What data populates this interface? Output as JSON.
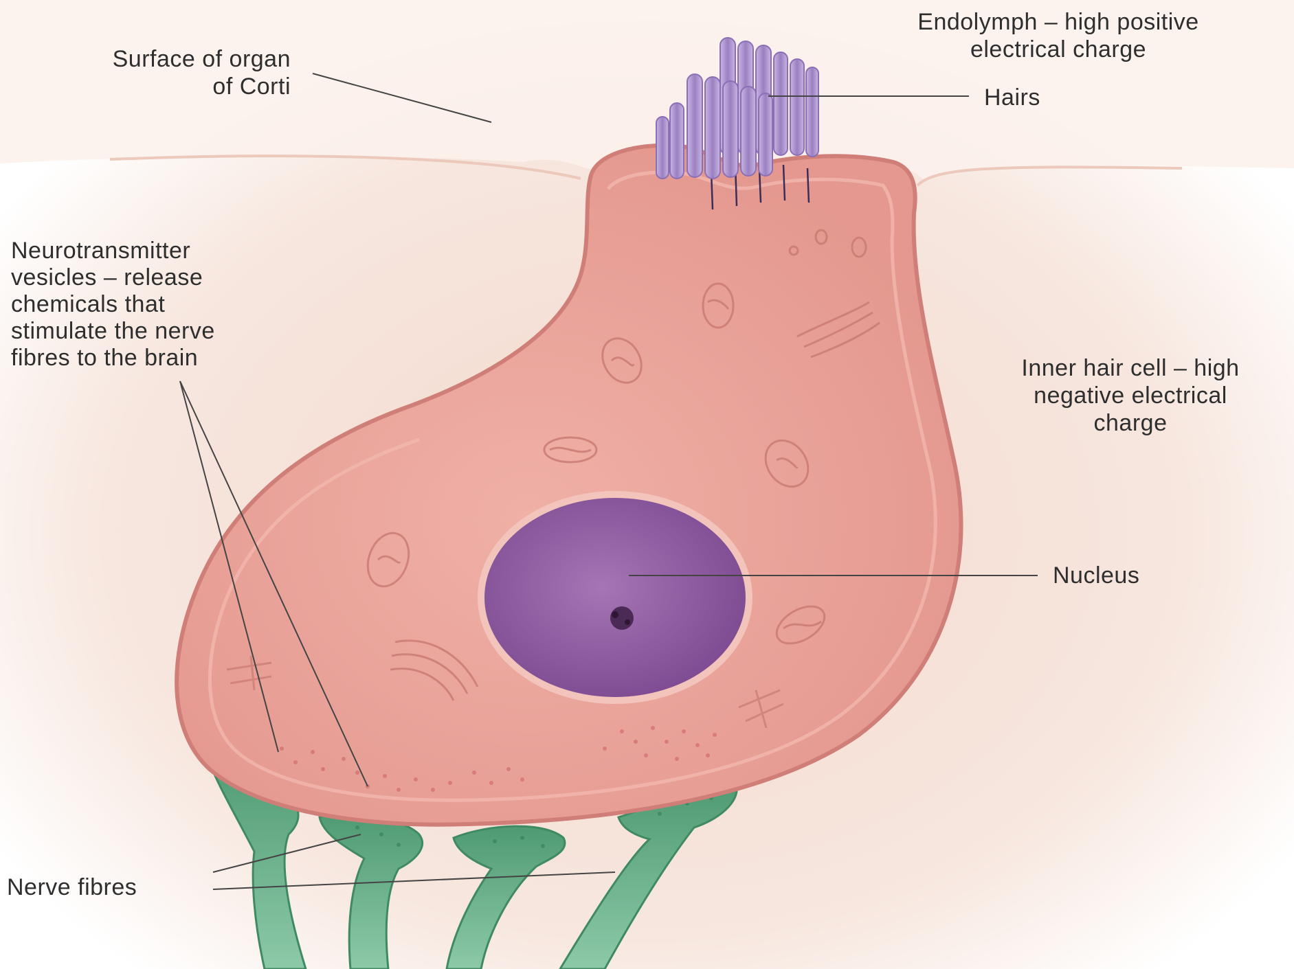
{
  "diagram": {
    "labels": {
      "surface": "Surface of organ\nof Corti",
      "endolymph": "Endolymph – high positive\nelectrical charge",
      "hairs": "Hairs",
      "vesicles": "Neurotransmitter\nvesicles – release\nchemicals that\nstimulate the nerve\nfibres to the brain",
      "inner_cell": "Inner hair cell – high\nnegative electrical\ncharge",
      "nucleus": "Nucleus",
      "nerve": "Nerve fibres"
    },
    "colors": {
      "tissue": "#f4ddd2",
      "cell_body": "#e9a49c",
      "cell_outline": "#d98a84",
      "nucleus": "#8e5aa0",
      "hairs": "#a98fcb",
      "nerve": "#5aa27d",
      "leader": "#444444"
    }
  }
}
